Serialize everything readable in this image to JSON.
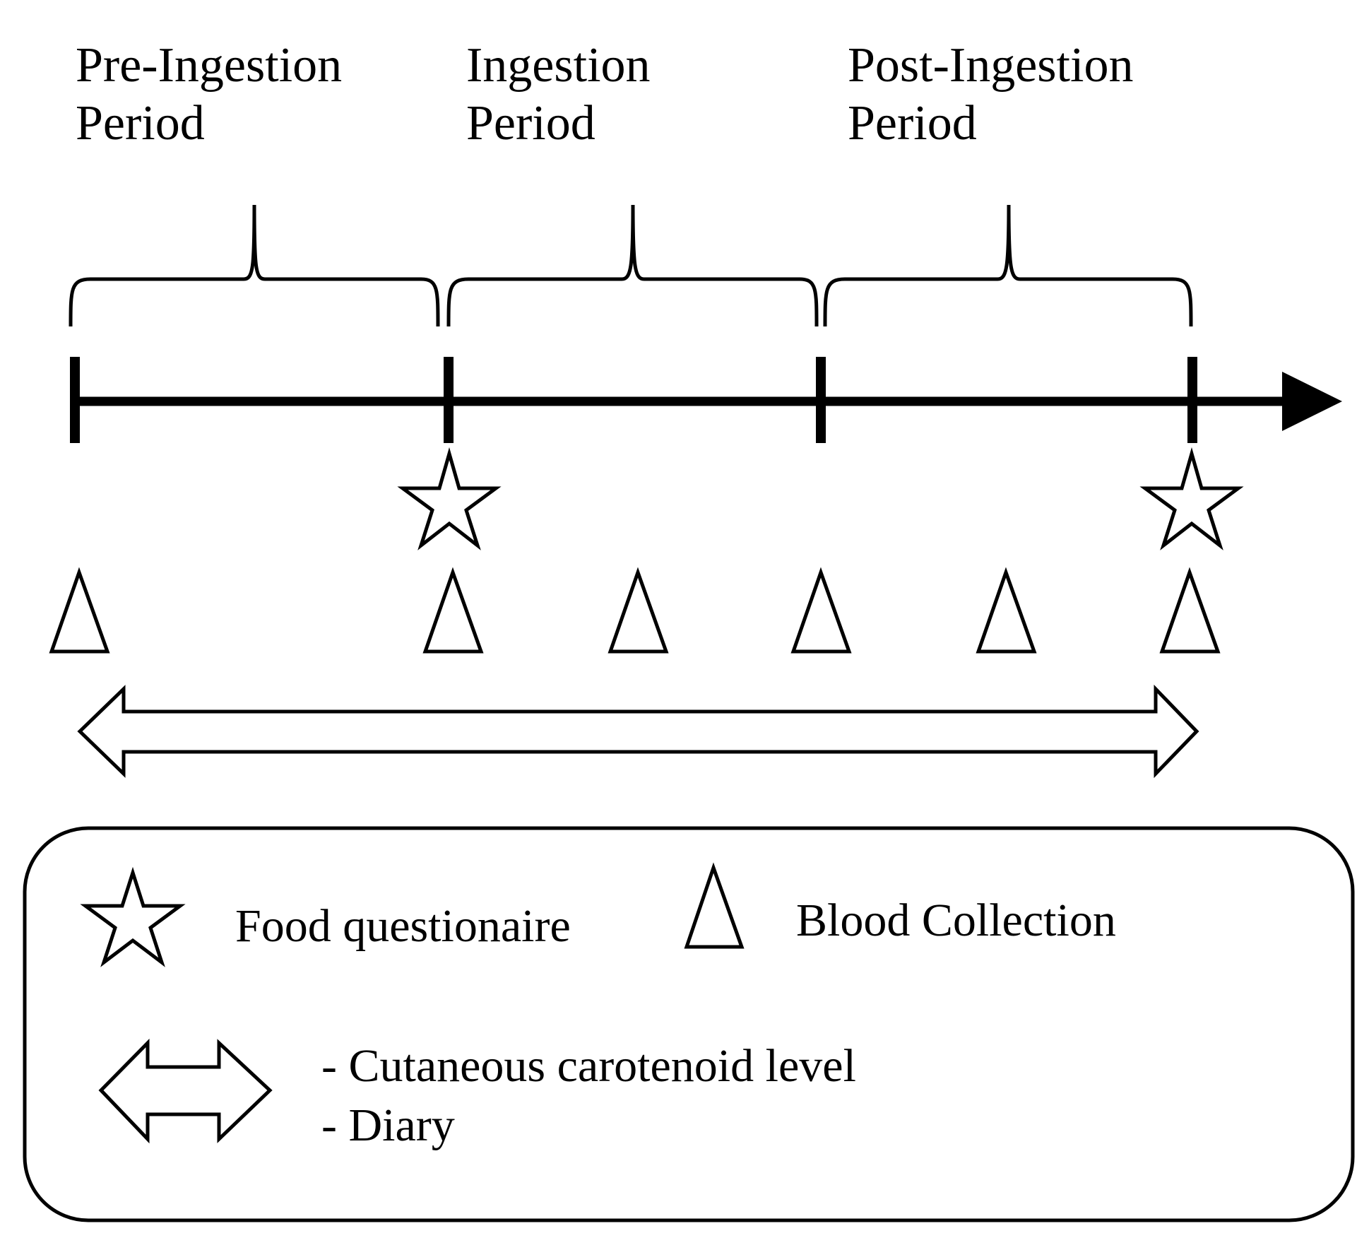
{
  "periods": [
    {
      "line1": "Pre-Ingestion",
      "line2": "Period"
    },
    {
      "line1": "Ingestion",
      "line2": "Period"
    },
    {
      "line1": "Post-Ingestion",
      "line2": "Period"
    }
  ],
  "legend": {
    "star_label": "Food questionaire",
    "triangle_label": "Blood Collection",
    "arrow_items": [
      "- Cutaneous carotenoid level",
      "- Diary"
    ]
  },
  "colors": {
    "ink": "#000000",
    "background": "#ffffff"
  },
  "icons": {
    "star": "star-icon",
    "triangle": "triangle-icon",
    "double_arrow": "double-arrow-icon"
  }
}
